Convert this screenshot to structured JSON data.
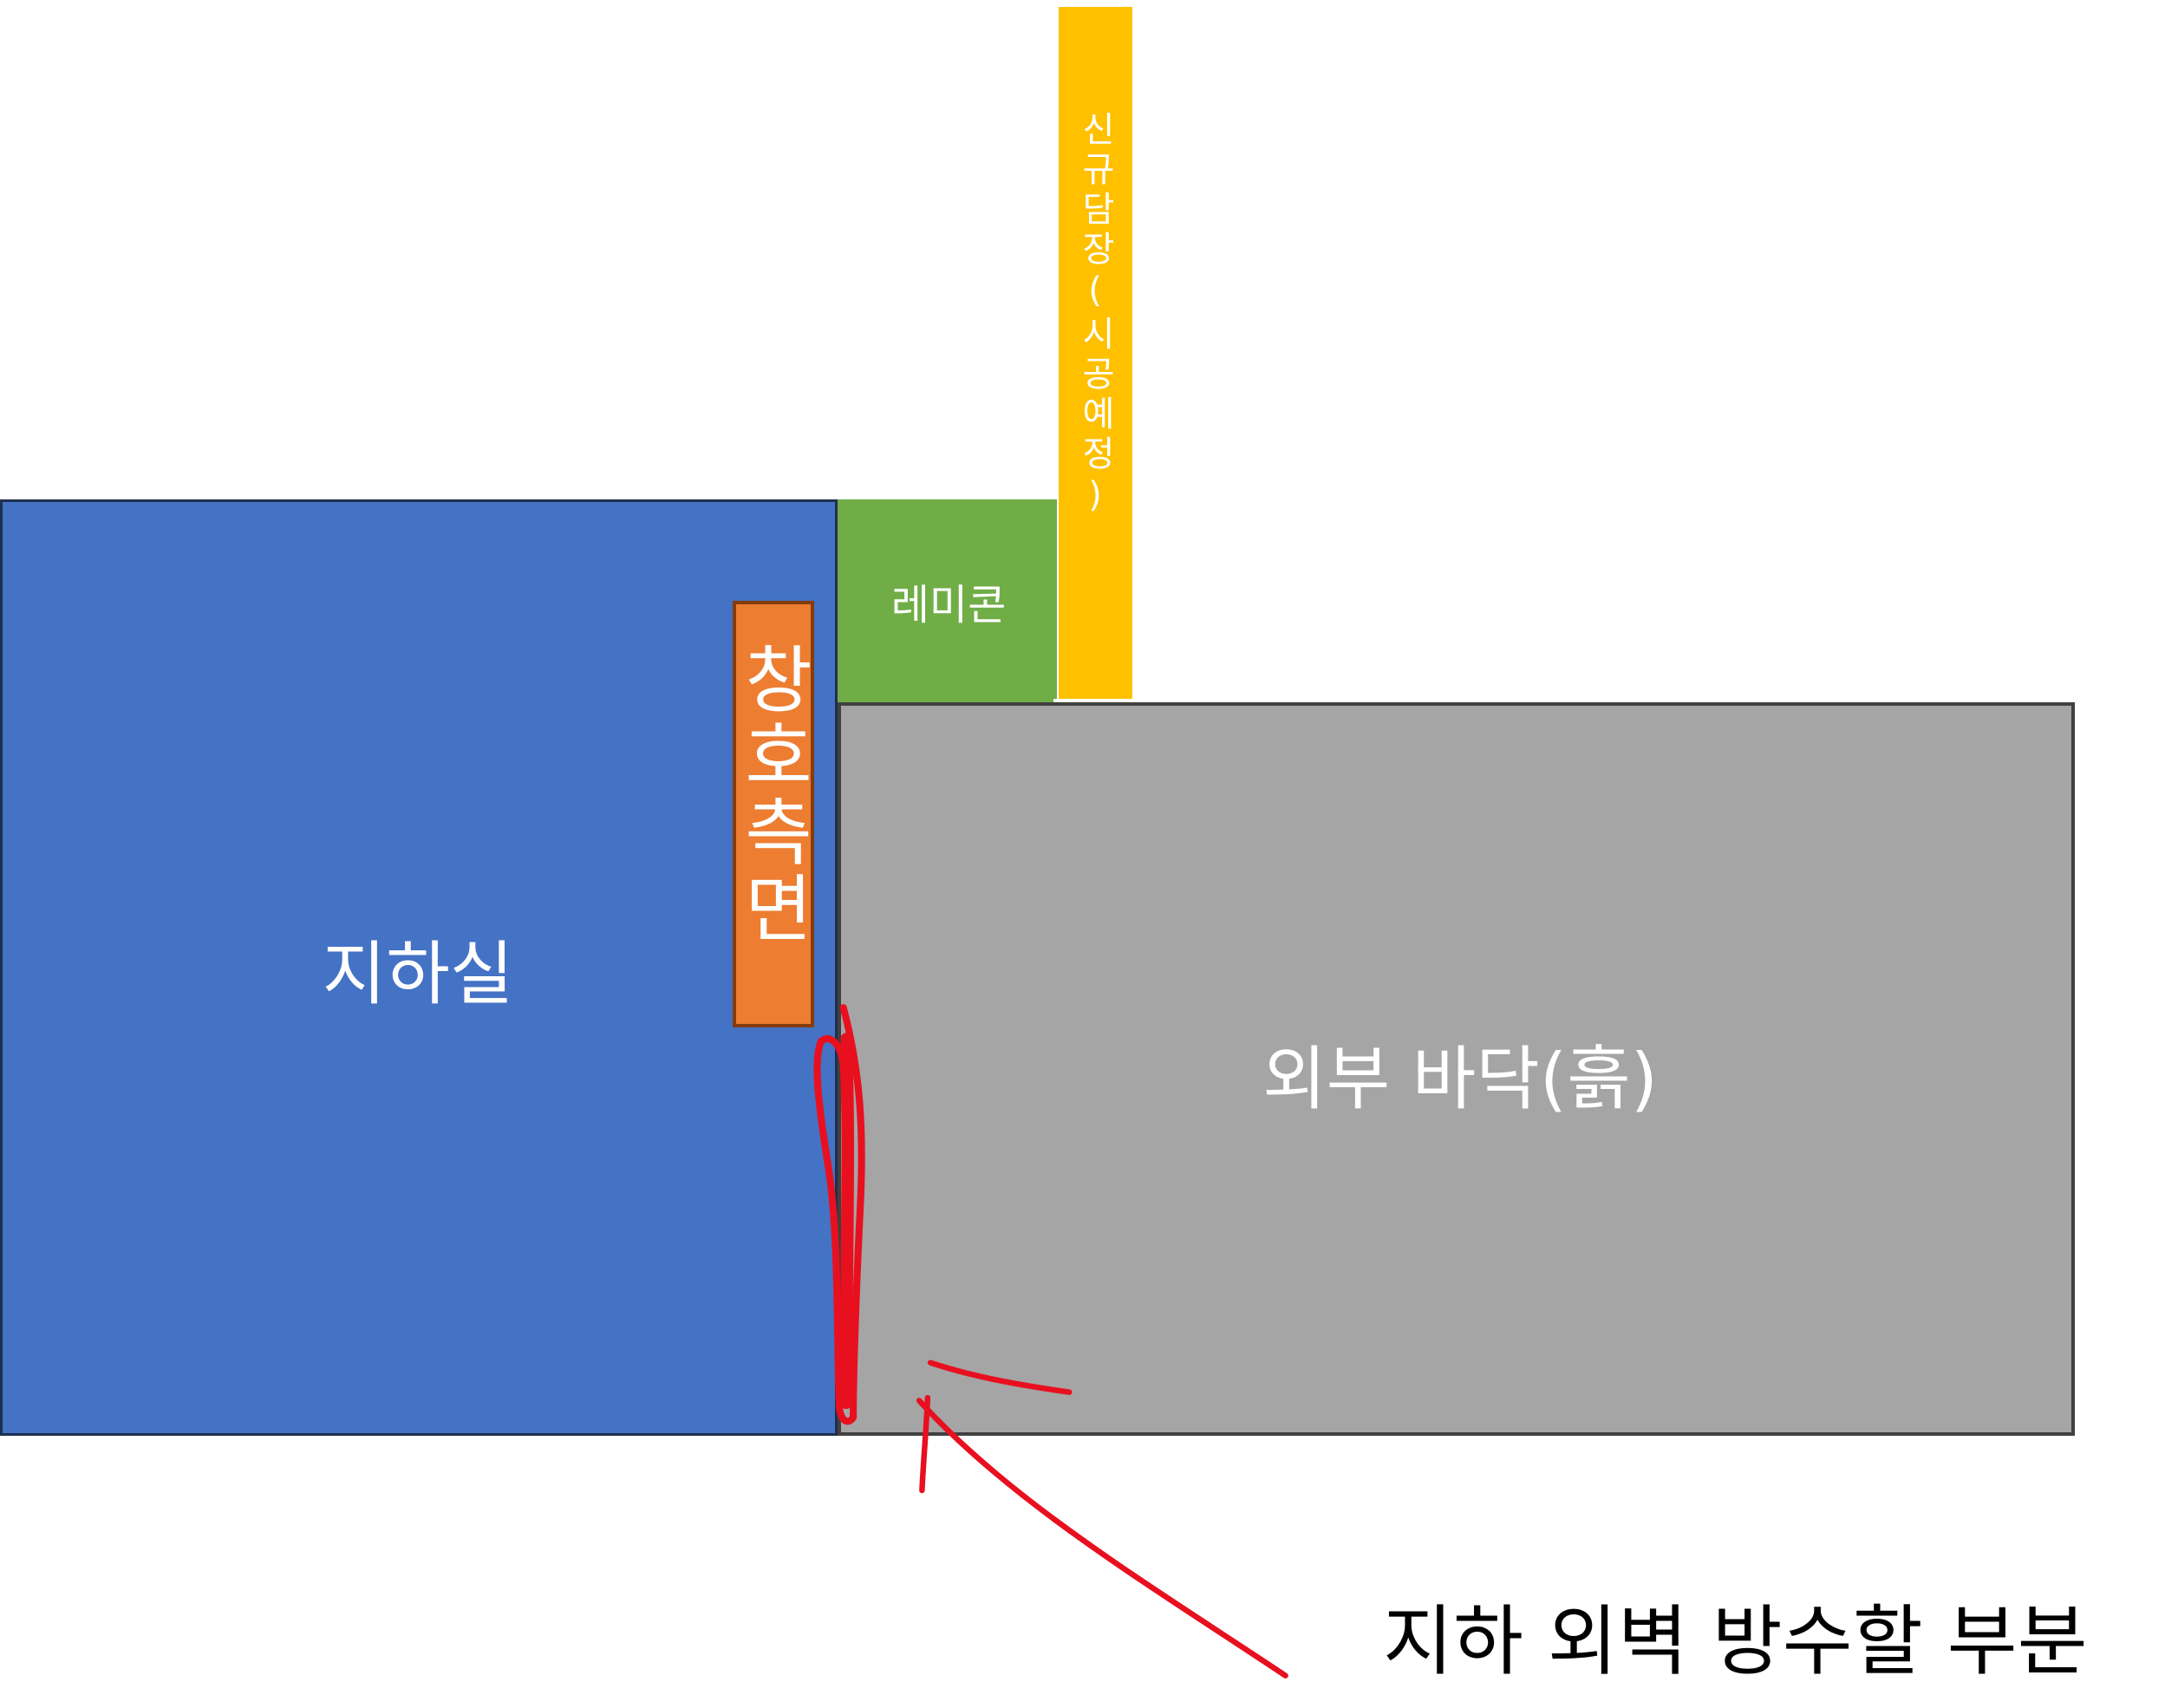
{
  "diagram": {
    "basement": {
      "label": "지하실",
      "color": "#4472c4"
    },
    "window_side": {
      "label": "창호측면",
      "color": "#ed7d31"
    },
    "ready_mix_concrete": {
      "label": "레미콘",
      "color": "#70ad47"
    },
    "new_fence": {
      "label": "신규담장(시공예정)",
      "color": "#ffc000"
    },
    "exterior_ground": {
      "label": "외부 바닥(흙)",
      "color": "#a5a5a5"
    },
    "annotation": {
      "label": "지하 외벽 방수할 부분",
      "stroke_color": "#e8101f"
    }
  }
}
